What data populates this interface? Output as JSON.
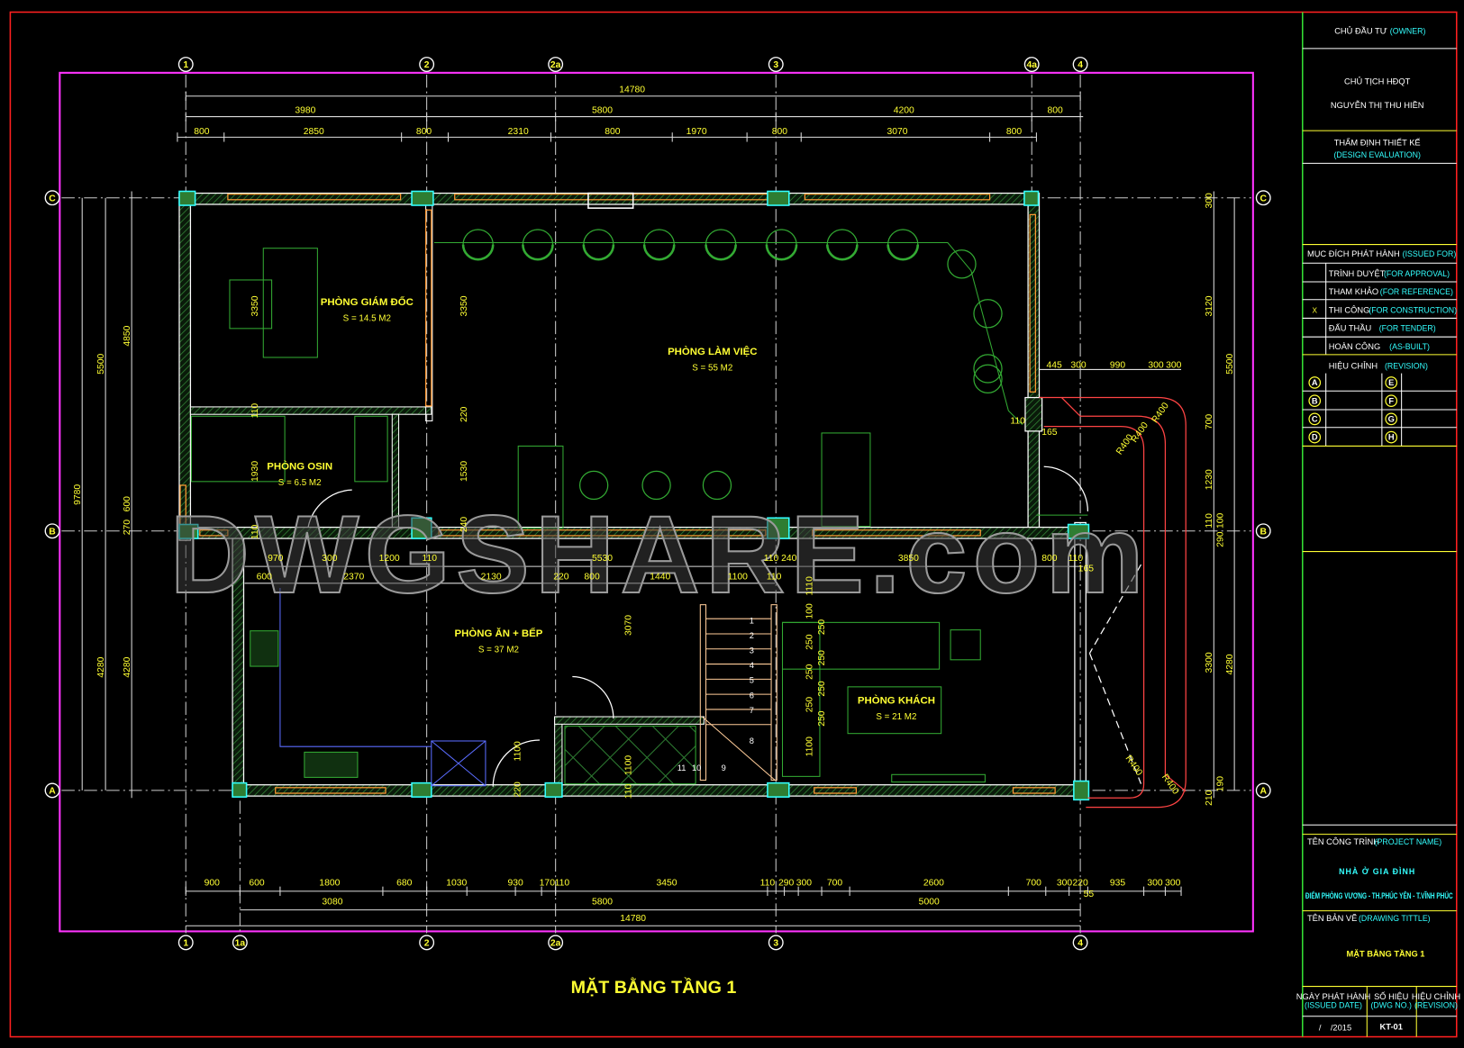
{
  "drawing": {
    "title": "MẶT BẰNG TẦNG 1",
    "watermark": "DWGSHARE.com",
    "grid_columns_top": [
      "1",
      "2",
      "2a",
      "3",
      "4a",
      "4"
    ],
    "grid_columns_bottom": [
      "1",
      "1a",
      "2",
      "2a",
      "3",
      "4"
    ],
    "grid_rows": [
      "C",
      "B",
      "A"
    ],
    "rooms": [
      {
        "name": "PHÒNG GIÁM ĐỐC",
        "area": "S = 14.5 M2"
      },
      {
        "name": "PHÒNG LÀM VIỆC",
        "area": "S = 55 M2"
      },
      {
        "name": "PHÒNG OSIN",
        "area": "S = 6.5 M2"
      },
      {
        "name": "PHÒNG ĂN + BẾP",
        "area": "S = 37 M2"
      },
      {
        "name": "PHÒNG KHÁCH",
        "area": "S = 21 M2"
      }
    ],
    "dims_top": {
      "overall": "14780",
      "row2": [
        "3980",
        "5800",
        "4200",
        "800"
      ],
      "row3": [
        "800",
        "2850",
        "800",
        "2310",
        "800",
        "1970",
        "800",
        "3070",
        "800"
      ]
    },
    "dims_bottom": {
      "row1": [
        "900",
        "600",
        "1800",
        "680",
        "1030",
        "930",
        "170",
        "110",
        "3450",
        "110",
        "290",
        "300",
        "700",
        "2600",
        "700",
        "300",
        "220",
        "935",
        "300",
        "300"
      ],
      "extra": "55",
      "row2": [
        "3080",
        "5800",
        "5000"
      ],
      "overall": "14780"
    },
    "dims_middle": {
      "row1": [
        "970",
        "300",
        "1200",
        "110",
        "5530",
        "110",
        "240",
        "3850",
        "800",
        "110"
      ],
      "row2": [
        "600",
        "2370",
        "2130",
        "220",
        "800",
        "1440",
        "1100",
        "110"
      ],
      "extra": "165"
    },
    "dims_left": {
      "overall": "9780",
      "outer": [
        "5500",
        "4280"
      ],
      "inner": [
        "4850",
        "600",
        "270",
        "4280"
      ]
    },
    "dims_right": {
      "outer": [
        "5500",
        "4280"
      ],
      "inner": [
        "300",
        "3120",
        "700",
        "1230",
        "110",
        "100",
        "290",
        "3300",
        "190",
        "210"
      ],
      "ramp_top": [
        "445",
        "300",
        "990",
        "300",
        "300"
      ],
      "ramp_labels": [
        "R400",
        "R400",
        "R400",
        "R400",
        "R400"
      ],
      "misc": [
        "110",
        "165"
      ]
    },
    "dims_interior": [
      "3350",
      "3350",
      "220",
      "1530",
      "240",
      "110",
      "1930",
      "110",
      "3070",
      "1100",
      "1100",
      "220",
      "110",
      "1110",
      "100",
      "250",
      "250",
      "250",
      "250",
      "250",
      "250",
      "250",
      "1100"
    ],
    "stair_steps": [
      "1",
      "2",
      "3",
      "4",
      "5",
      "6",
      "7",
      "8",
      "9",
      "10",
      "11"
    ]
  },
  "title_block": {
    "owner_label": "CHỦ ĐẦU TƯ",
    "owner_label_en": "(OWNER)",
    "owner_line1": "CHỦ TỊCH HĐQT",
    "owner_line2": "NGUYỄN THỊ THU HIỀN",
    "evaluation_label": "THẨM ĐỊNH THIẾT KẾ",
    "evaluation_label_en": "(DESIGN EVALUATION)",
    "issued_for_label": "MỤC ĐÍCH PHÁT HÀNH",
    "issued_for_label_en": "(ISSUED FOR)",
    "issued_for": [
      {
        "mark": "",
        "label": "TRÌNH DUYỆT",
        "label_en": "(FOR APPROVAL)"
      },
      {
        "mark": "",
        "label": "THAM KHẢO",
        "label_en": "(FOR REFERENCE)"
      },
      {
        "mark": "X",
        "label": "THI CÔNG",
        "label_en": "(FOR CONSTRUCTION)"
      },
      {
        "mark": "",
        "label": "ĐẤU THẦU",
        "label_en": "(FOR TENDER)"
      },
      {
        "mark": "",
        "label": "HOÀN CÔNG",
        "label_en": "(AS-BUILT)"
      }
    ],
    "revision_label": "HIỆU CHỈNH",
    "revision_label_en": "(REVISION)",
    "revision_marks_left": [
      "A",
      "B",
      "C",
      "D"
    ],
    "revision_marks_right": [
      "E",
      "F",
      "G",
      "H"
    ],
    "project_label": "TÊN CÔNG TRÌNH",
    "project_label_en": "(PROJECT NAME)",
    "project_name": "NHÀ Ở GIA ĐÌNH",
    "project_address": "ĐIỂM PHÒNG VƯƠNG - TH.PHÚC YÊN - T.VĨNH PHÚC",
    "drawing_title_label": "TÊN BẢN VẼ",
    "drawing_title_label_en": "(DRAWING TITTLE)",
    "drawing_title": "MẶT BẰNG TẦNG 1",
    "issued_date_label": "NGÀY PHÁT HÀNH",
    "issued_date_label_en": "(ISSUED DATE)",
    "dwg_no_label": "SỐ HIỆU",
    "dwg_no_label_en": "(DWG NO.)",
    "rev_label": "HIỆU CHỈNH",
    "rev_label_en": "(REVISION)",
    "issued_date": "/    /2015",
    "dwg_no": "KT-01",
    "rev": ""
  },
  "colors": {
    "background": "#000000",
    "frame_outer": "#ff2020",
    "frame_inner": "#ff33ff",
    "title_block_border": "#33dd33",
    "wall": "#ffffff",
    "hatch": "#2e7d32",
    "column": "#33ffff",
    "window": "#ff9933",
    "furniture": "#33aa33",
    "text_dim": "#ffff33",
    "text_cyan": "#33ffff",
    "ramp": "#ff4444",
    "blue_line": "#5a6cff"
  }
}
